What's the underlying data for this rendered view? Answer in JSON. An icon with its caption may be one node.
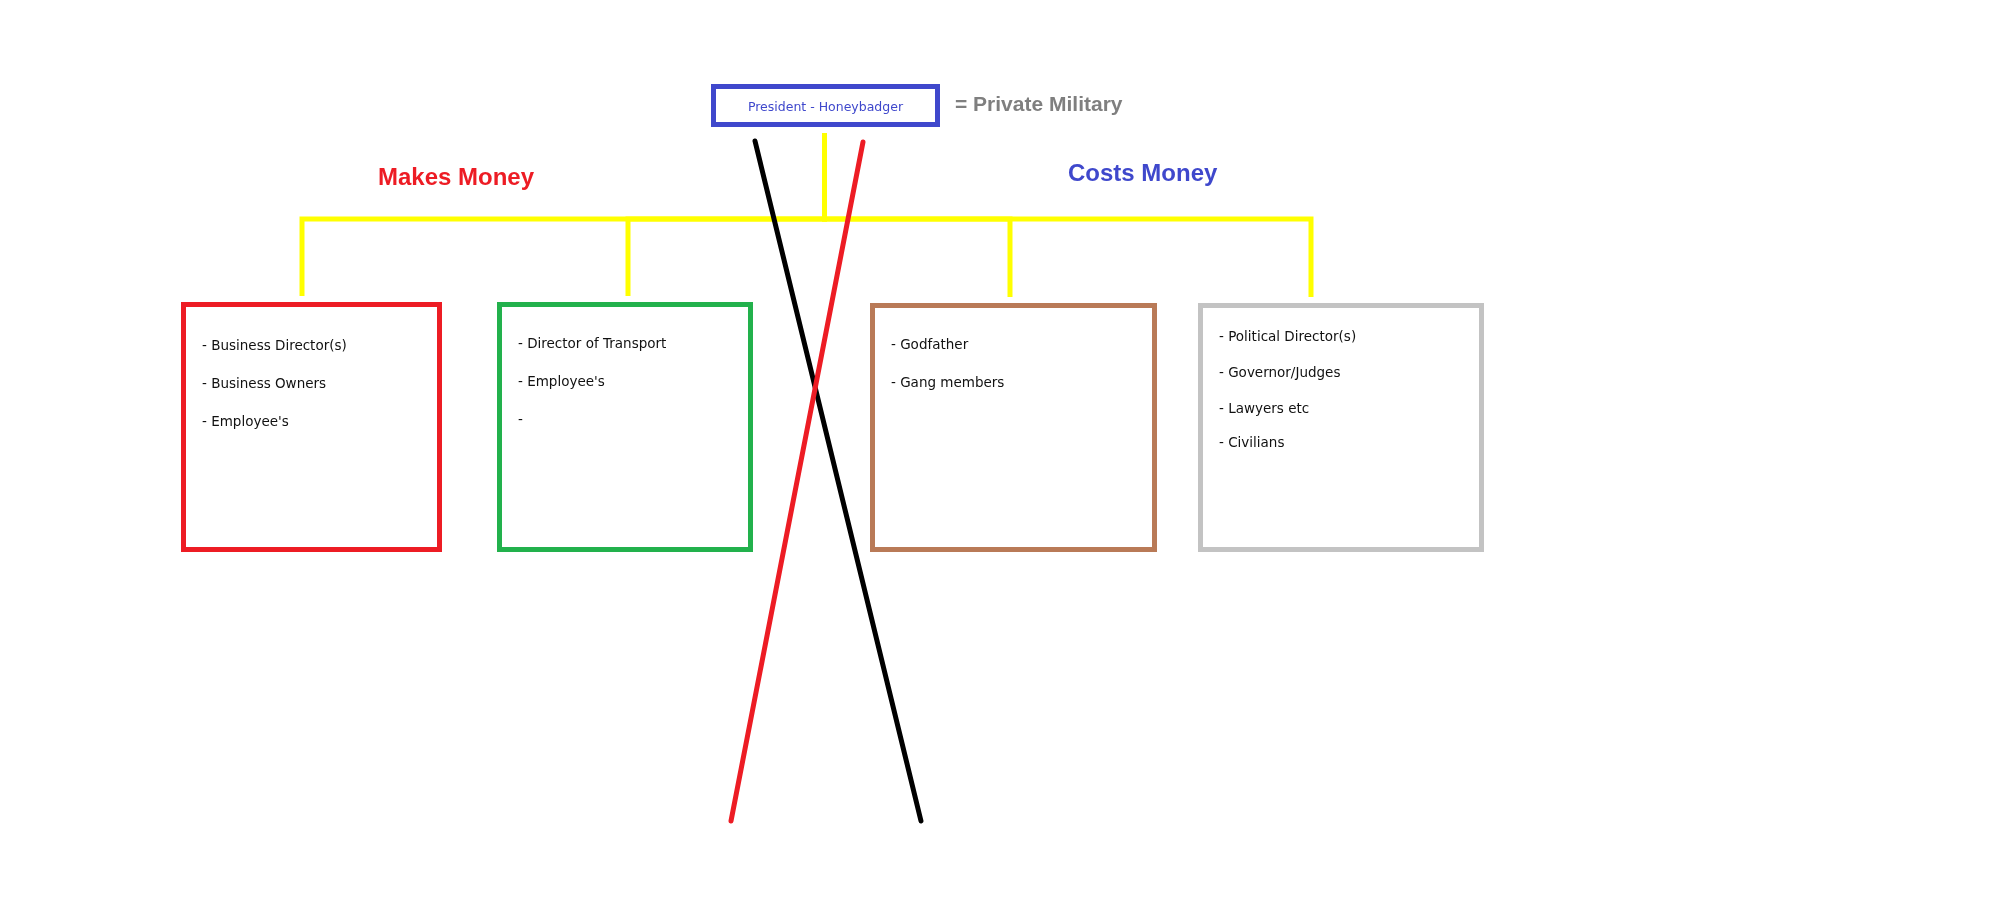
{
  "diagram": {
    "nodes": [
      {
        "text": [
          "President - Honeybadger"
        ],
        "beside": [
          "= Private Military"
        ]
      },
      {
        "text": [
          "- Business Director(s)",
          "- Business Owners",
          "- Employee's"
        ]
      },
      {
        "text": [
          "- Director of Transport",
          "- Employee's",
          "-"
        ]
      },
      {
        "text": [
          "- Godfather",
          "- Gang members"
        ]
      },
      {
        "text": [
          "- Political Director(s)",
          "- Governor/Judges",
          "- Lawyers etc",
          "- Civilians"
        ]
      }
    ],
    "edges": [
      {
        "from": 0,
        "to": 1,
        "arrow": "none"
      },
      {
        "from": 0,
        "to": 2,
        "arrow": "none"
      },
      {
        "from": 0,
        "to": 3,
        "arrow": "none"
      },
      {
        "from": 0,
        "to": 4,
        "arrow": "none"
      }
    ],
    "labels": [
      "Makes Money",
      "Costs Money"
    ]
  }
}
